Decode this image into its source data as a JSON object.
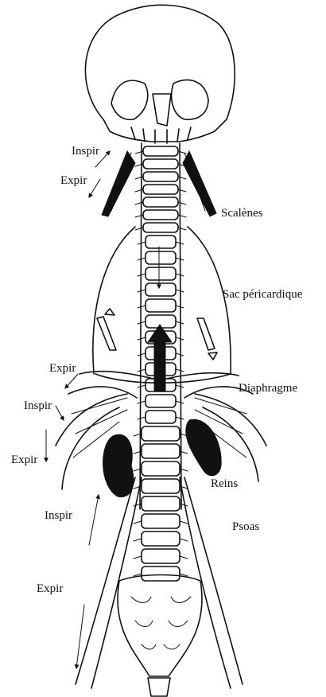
{
  "labels": {
    "inspir_neck": "Inspir",
    "expir_neck": "Expir",
    "scalenes": "Scalènes",
    "sac_pericardique": "Sac péricardique",
    "expir_diaphragm": "Expir",
    "diaphragme": "Diaphragme",
    "inspir_ribs": "Inspir",
    "expir_ribs": "Expir",
    "reins": "Reins",
    "inspir_psoas": "Inspir",
    "psoas": "Psoas",
    "expir_psoas": "Expir"
  }
}
